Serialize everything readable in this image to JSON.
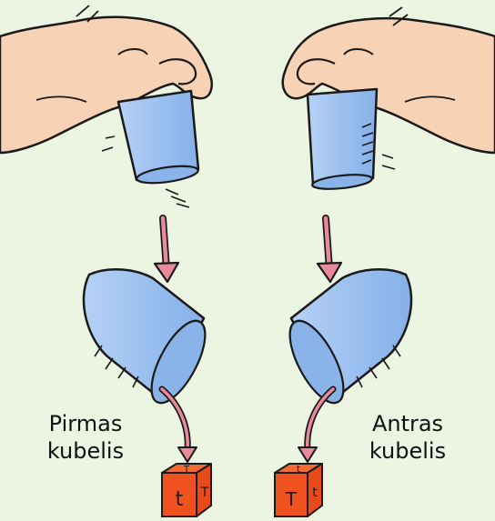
{
  "labels": {
    "first_die": [
      "Pirmas",
      "kubelis"
    ],
    "second_die": [
      "Antras",
      "kubelis"
    ]
  },
  "cube_faces": {
    "first": {
      "front": "t",
      "side": "T",
      "top": "T"
    },
    "second": {
      "front": "T",
      "side": "t",
      "top": "t"
    }
  },
  "colors": {
    "background": "#ecf4e2",
    "skin": "#f8d2b4",
    "cup": "#9cc0ef",
    "arrow": "#e98a9c",
    "die": "#f0531f"
  },
  "icons": [
    "hand-icon",
    "cup-icon",
    "down-arrow-icon",
    "die-icon"
  ]
}
